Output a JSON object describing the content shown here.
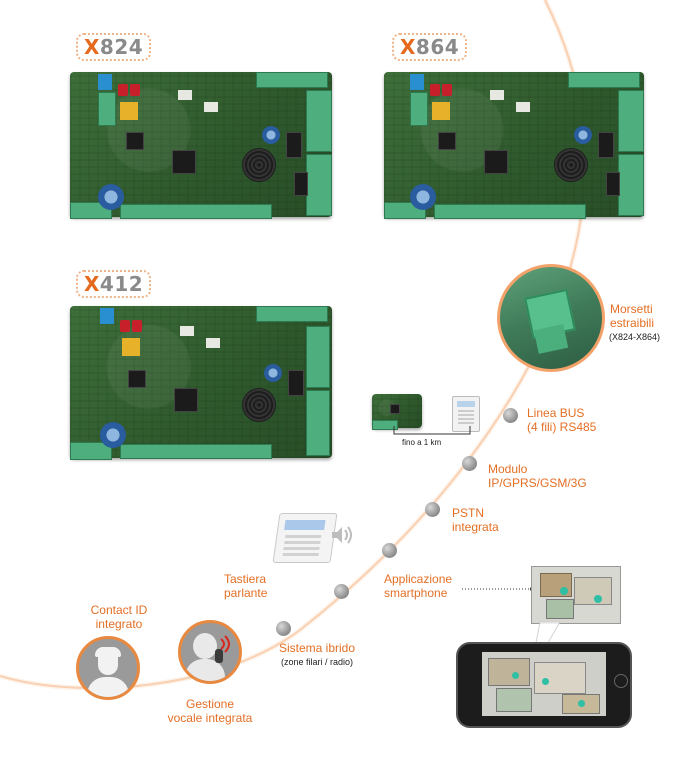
{
  "models": [
    {
      "prefix": "X",
      "number": "824"
    },
    {
      "prefix": "X",
      "number": "864"
    },
    {
      "prefix": "X",
      "number": "412"
    }
  ],
  "features": {
    "morsetti": {
      "line1": "Morsetti",
      "line2": "estraibili",
      "note": "(X824-X864)"
    },
    "bus": {
      "line1": "Linea BUS",
      "line2": "(4 fili) RS485",
      "distance": "fino a 1 km"
    },
    "modulo": {
      "line1": "Modulo",
      "line2": "IP/GPRS/GSM/3G"
    },
    "pstn": {
      "line1": "PSTN",
      "line2": "integrata"
    },
    "app": {
      "line1": "Applicazione",
      "line2": "smartphone"
    },
    "tastiera": {
      "line1": "Tastiera",
      "line2": "parlante"
    },
    "ibrido": {
      "line1": "Sistema ibrido",
      "note": "(zone filari / radio)"
    },
    "contact": {
      "line1": "Contact ID",
      "line2": "integrato"
    },
    "vocale": {
      "line1": "Gestione",
      "line2": "vocale integrata"
    }
  },
  "colors": {
    "accent": "#e36f25",
    "badge_gray": "#8a8a8a",
    "pcb_green": "#2f5a2d"
  }
}
